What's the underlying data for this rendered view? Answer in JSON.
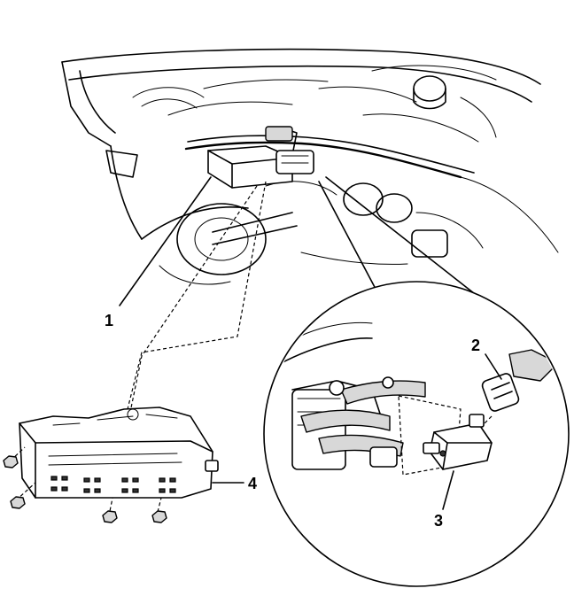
{
  "callouts": [
    {
      "id": "1",
      "label": "1"
    },
    {
      "id": "2",
      "label": "2"
    },
    {
      "id": "3",
      "label": "3"
    },
    {
      "id": "4",
      "label": "4"
    }
  ],
  "colors": {
    "line": "#000000",
    "background": "#ffffff",
    "shade": "#d8d8d8"
  }
}
